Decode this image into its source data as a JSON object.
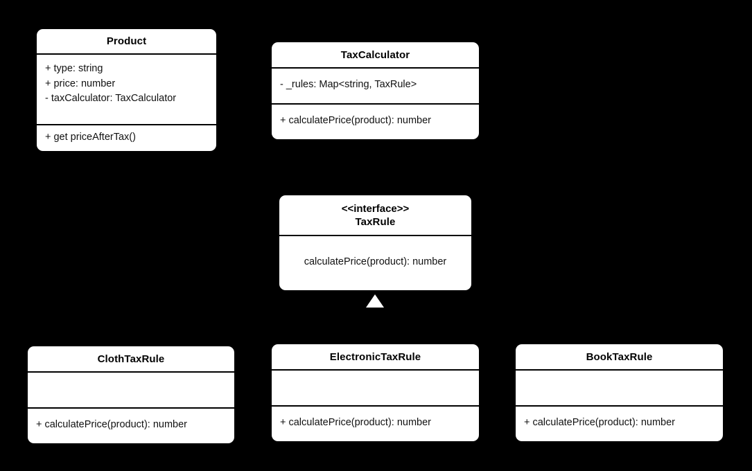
{
  "diagram": {
    "type": "uml-class-diagram",
    "background_color": "#000000",
    "box_fill_color": "#ffffff",
    "text_color": "#000000",
    "arrow_color": "#ffffff"
  },
  "classes": {
    "product": {
      "name": "Product",
      "attributes": [
        "+ type: string",
        "+ price: number",
        "- taxCalculator: TaxCalculator"
      ],
      "methods": [
        "+ get priceAfterTax()"
      ]
    },
    "tax_calculator": {
      "name": "TaxCalculator",
      "attributes": [
        "- _rules: Map<string, TaxRule>"
      ],
      "methods": [
        "+ calculatePrice(product): number"
      ]
    },
    "tax_rule": {
      "stereotype": "<<interface>>",
      "name": "TaxRule",
      "methods": [
        "calculatePrice(product): number"
      ]
    },
    "cloth_tax_rule": {
      "name": "ClothTaxRule",
      "attributes": [],
      "methods": [
        "+ calculatePrice(product): number"
      ]
    },
    "electronic_tax_rule": {
      "name": "ElectronicTaxRule",
      "attributes": [],
      "methods": [
        "+ calculatePrice(product): number"
      ]
    },
    "book_tax_rule": {
      "name": "BookTaxRule",
      "attributes": [],
      "methods": [
        "+ calculatePrice(product): number"
      ]
    }
  },
  "relationships": {
    "realization_arrow": {
      "icon": "inheritance-triangle-icon",
      "from": "TaxRule",
      "to": [
        "ClothTaxRule",
        "ElectronicTaxRule",
        "BookTaxRule"
      ]
    }
  }
}
